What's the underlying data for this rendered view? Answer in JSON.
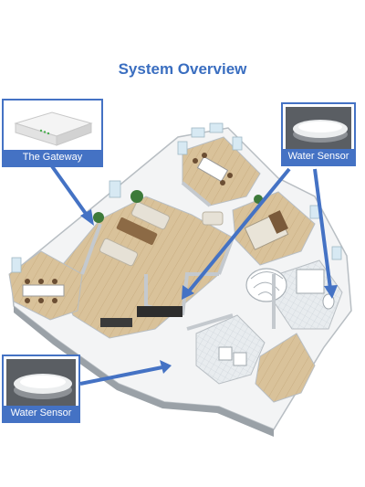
{
  "title": "System Overview",
  "callouts": {
    "gateway": {
      "label": "The Gateway",
      "icon": "gateway-device-icon"
    },
    "water_sensor_right": {
      "label": "Water Sensor",
      "icon": "water-sensor-icon"
    },
    "water_sensor_left": {
      "label": "Water Sensor",
      "icon": "water-sensor-icon"
    }
  },
  "colors": {
    "title": "#3a6ec0",
    "accent": "#4472c4",
    "floor": "#d9c29a",
    "wall": "#eef0f1"
  }
}
